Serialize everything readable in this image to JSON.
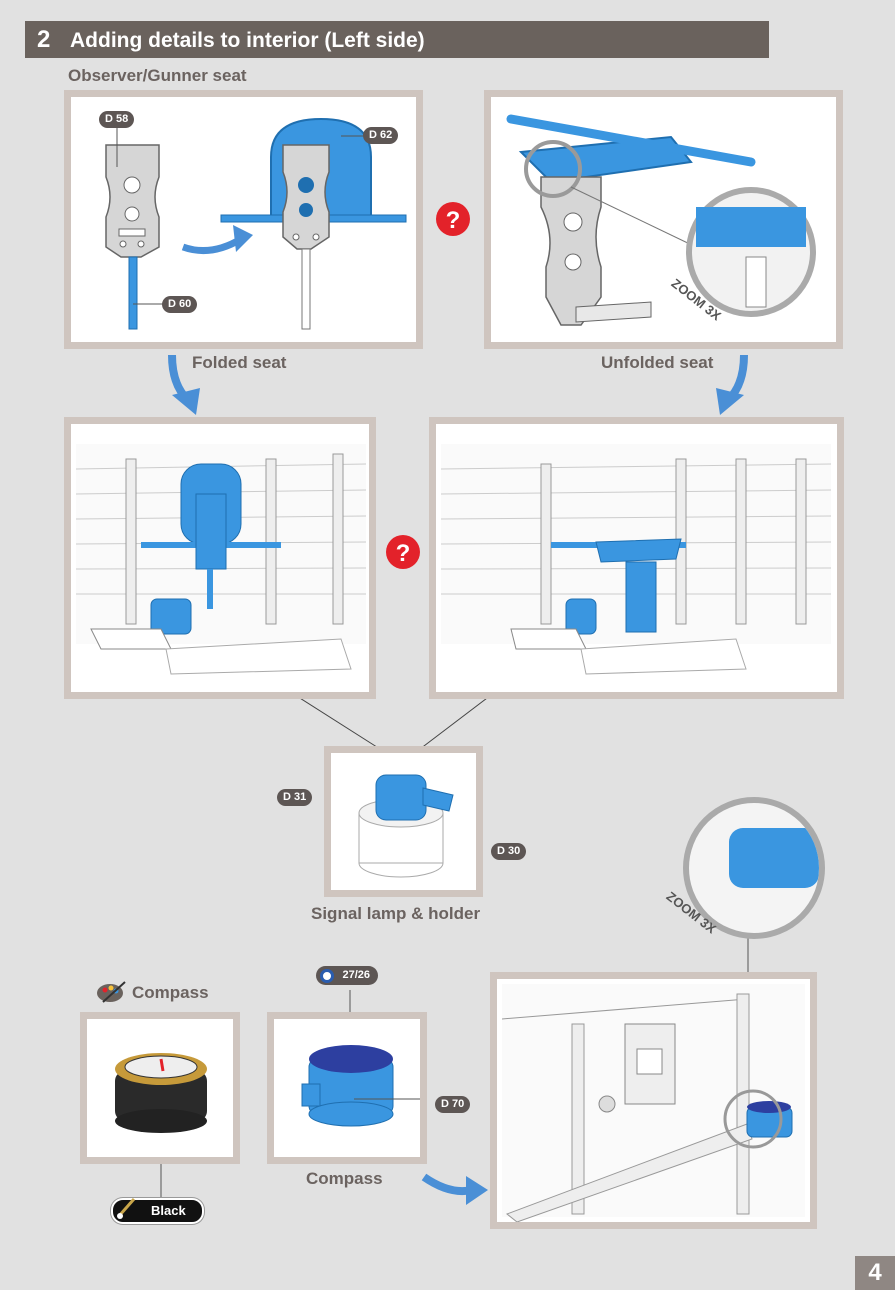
{
  "header": {
    "step_number": "2",
    "title": "Adding details to interior (Left side)"
  },
  "labels": {
    "observer_gunner_seat": "Observer/Gunner seat",
    "folded_seat": "Folded seat",
    "unfolded_seat": "Unfolded seat",
    "signal_lamp_holder": "Signal lamp & holder",
    "compass_paint": "Compass",
    "compass_part": "Compass"
  },
  "parts": {
    "d58": "D 58",
    "d62": "D 62",
    "d60": "D 60",
    "d31": "D 31",
    "d30": "D 30",
    "d70": "D 70",
    "sprue": "27/26"
  },
  "zoom": {
    "top": "ZOOM 3X",
    "bottom": "ZOOM 3X"
  },
  "paint": {
    "color_name": "Black"
  },
  "page_number": "4",
  "colors": {
    "part_blue": "#3a96e0",
    "header_bg": "#6a625d",
    "frame": "#cfc5bf",
    "arrow": "#4a8fd6",
    "question": "#e3222a"
  }
}
